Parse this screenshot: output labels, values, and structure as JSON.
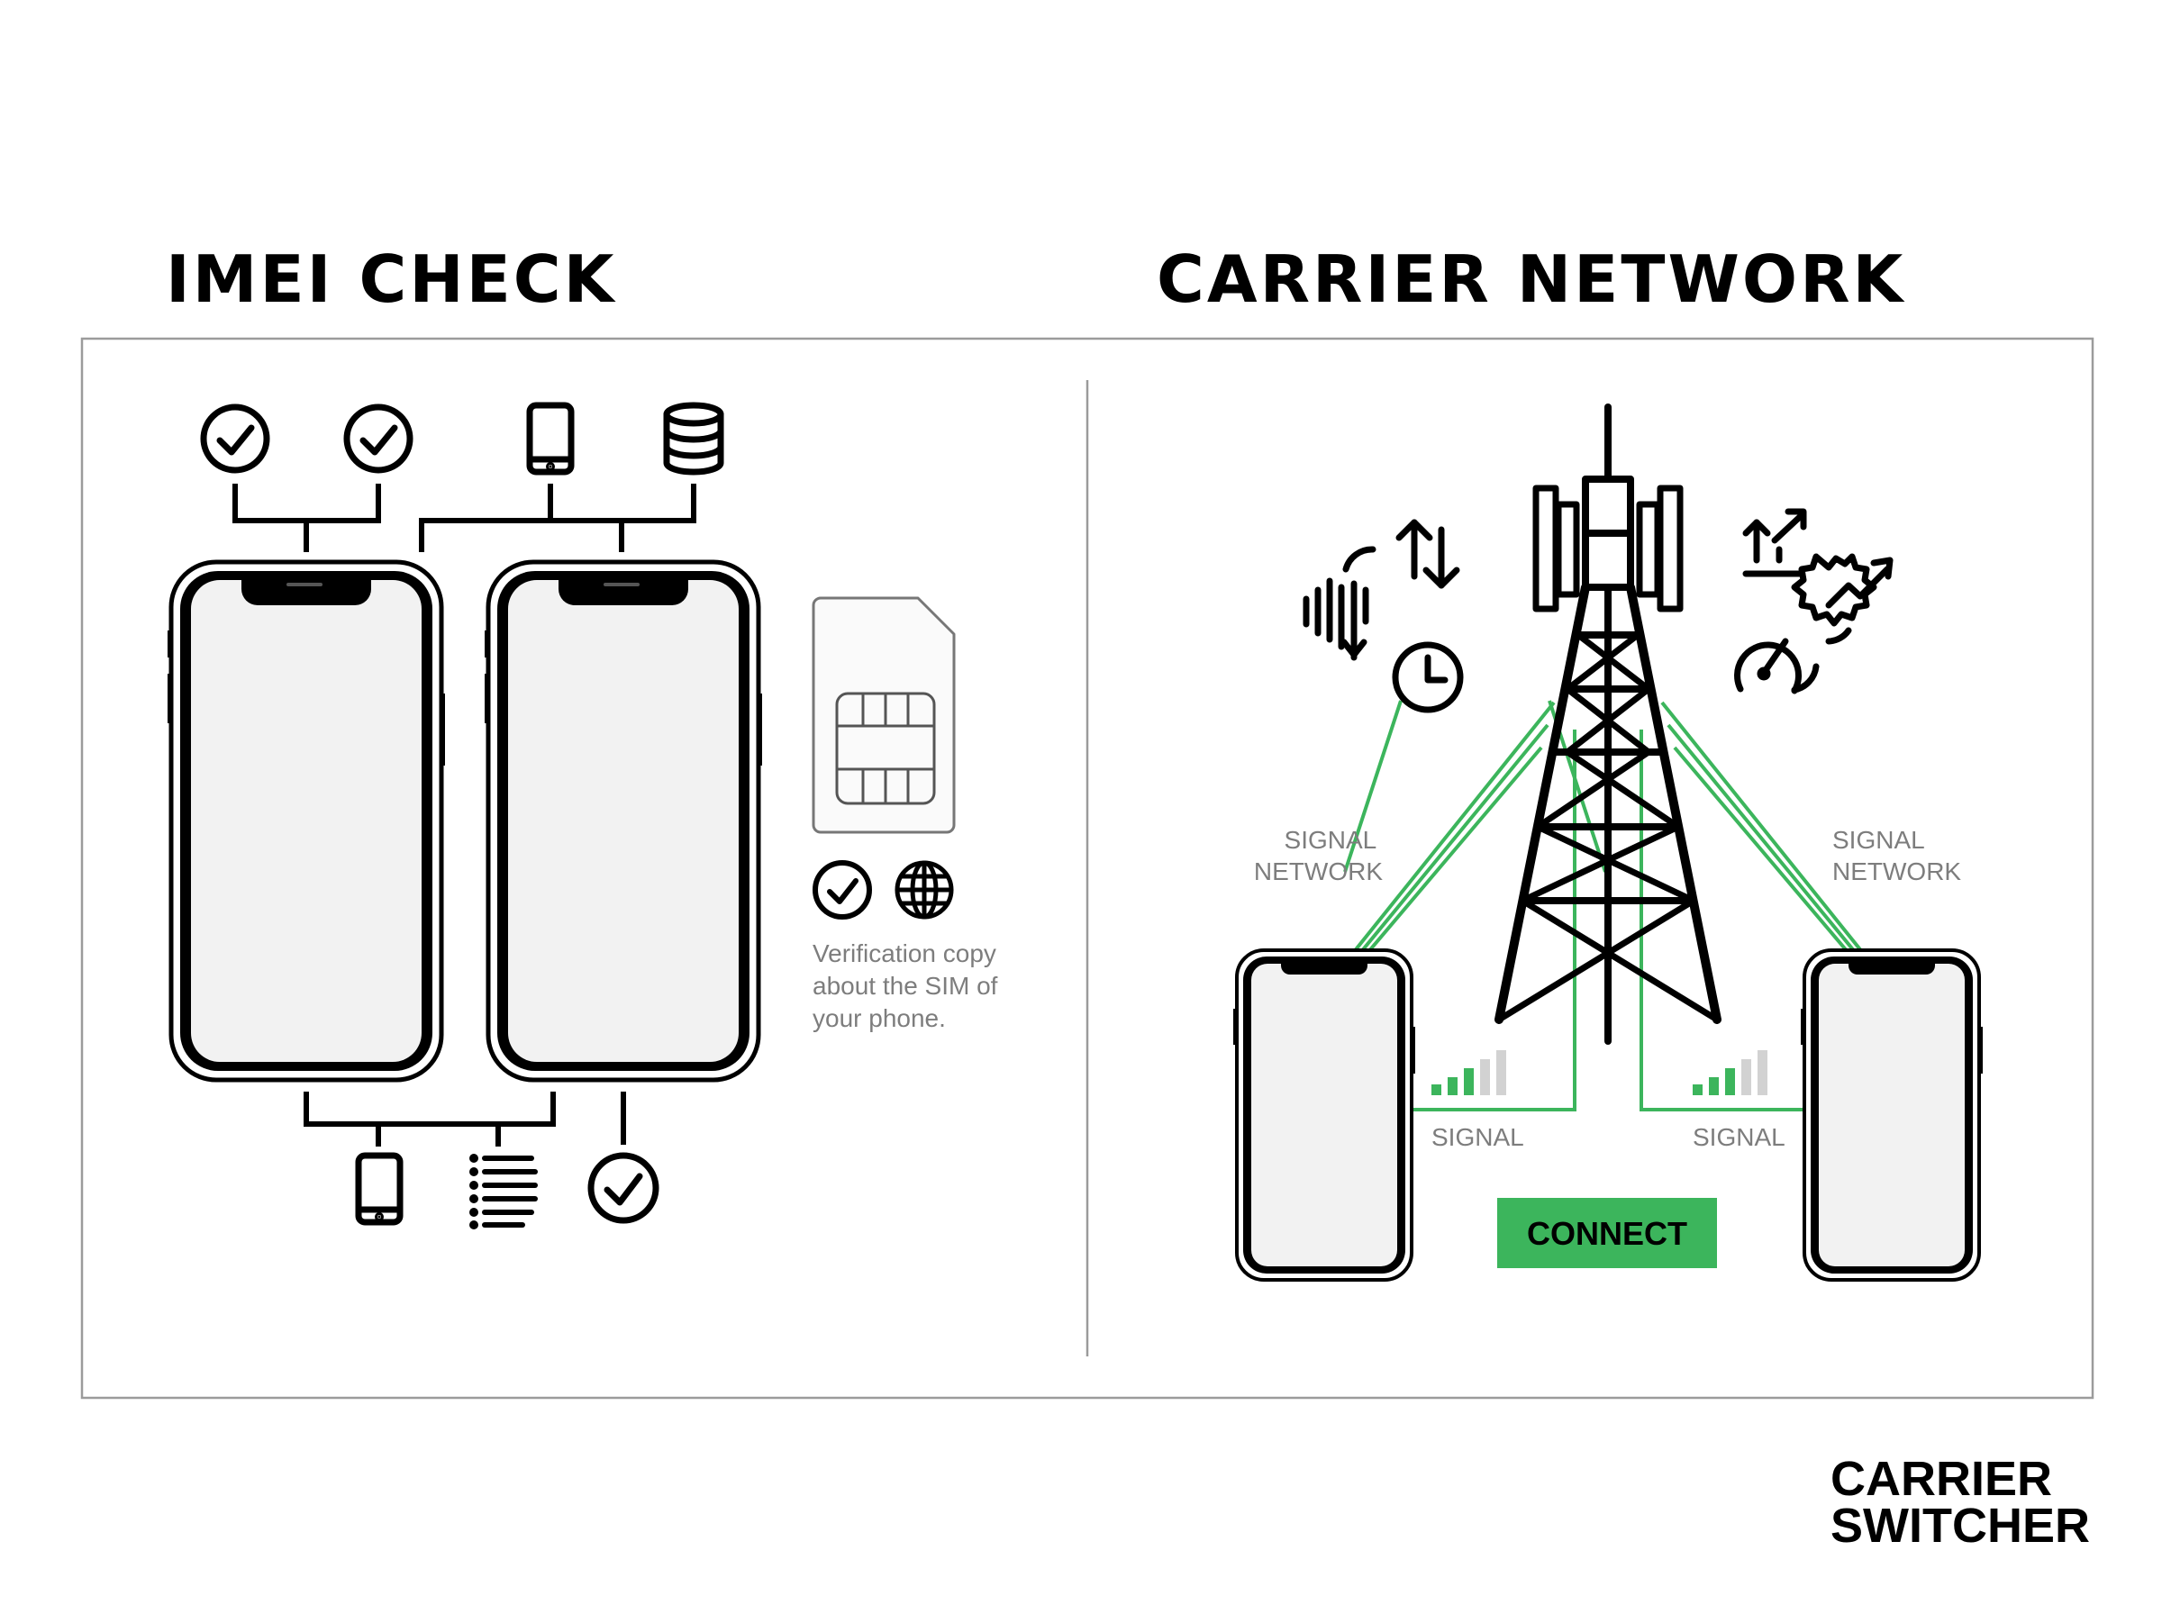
{
  "sections": {
    "left_title": "IMEI CHECK",
    "right_title": "CARRIER NETWORK"
  },
  "sim_note": [
    "Verification copy",
    "about the SIM of",
    "your phone."
  ],
  "signal_network_left": [
    "SIGNAL",
    "NETWORK"
  ],
  "signal_network_right": [
    "SIGNAL",
    "NETWORK"
  ],
  "signal_label_left": "SIGNAL",
  "signal_label_right": "SIGNAL",
  "connect_button": "CONNECT",
  "logo": [
    "CARRIER",
    "SWITCHER"
  ],
  "colors": {
    "accent_green": "#3cb55c",
    "screen_gray": "#f2f2f2",
    "frame_gray": "#9b9b9b",
    "text_gray": "#7d7d7d",
    "bar_gray": "#d2d2d2"
  },
  "icons": {
    "top_left": [
      "check-circle-icon",
      "check-circle-icon",
      "smartphone-icon",
      "database-icon"
    ],
    "bottom": [
      "smartphone-icon",
      "list-icon",
      "check-circle-icon"
    ],
    "sim_icons": [
      "check-circle-icon",
      "globe-icon"
    ],
    "tower_left": [
      "arrows-up-down-icon",
      "signal-wave-icon",
      "clock-icon"
    ],
    "tower_right": [
      "upload-chart-icon",
      "gear-growth-icon",
      "speedometer-icon"
    ]
  }
}
